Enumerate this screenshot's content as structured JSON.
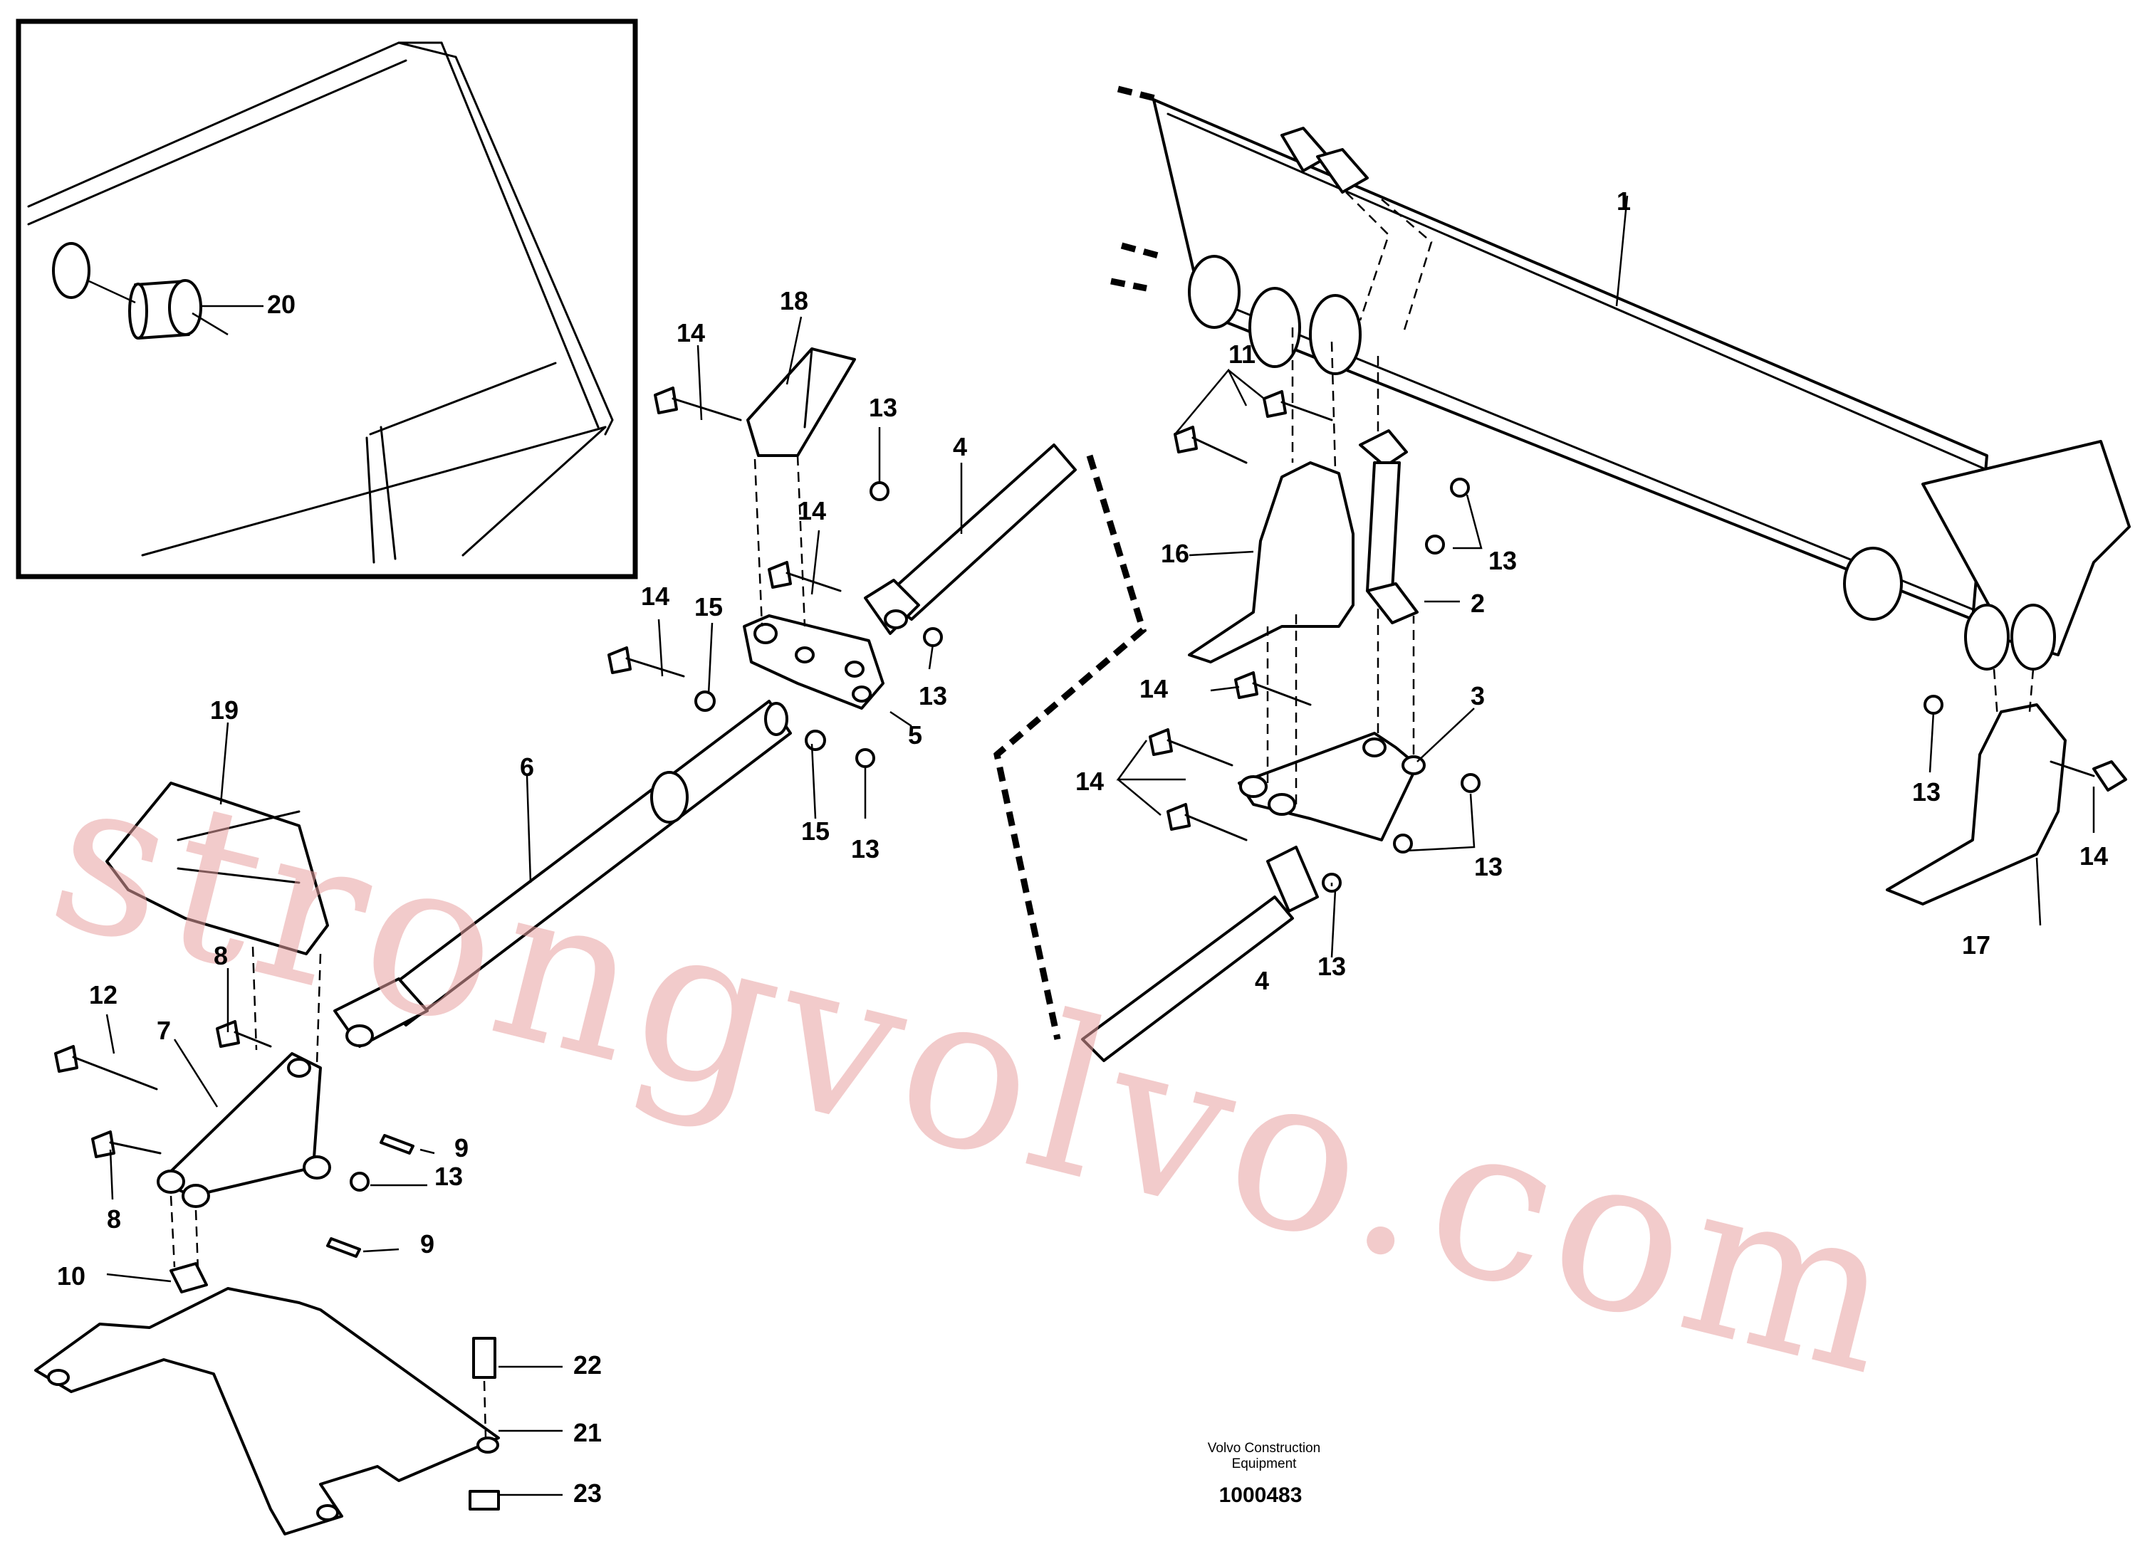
{
  "watermark": "strongvolvo.com",
  "caption": {
    "line1": "Volvo Construction",
    "line2": "Equipment",
    "doc_number": "1000483"
  },
  "callouts": {
    "c1": "1",
    "c2": "2",
    "c3": "3",
    "c4a": "4",
    "c4b": "4",
    "c5": "5",
    "c6": "6",
    "c7": "7",
    "c8a": "8",
    "c8b": "8",
    "c9a": "9",
    "c9b": "9",
    "c10": "10",
    "c11": "11",
    "c12": "12",
    "c13a": "13",
    "c13b": "13",
    "c13c": "13",
    "c13d": "13",
    "c13e": "13",
    "c13f": "13",
    "c13g": "13",
    "c13h": "13",
    "c14a": "14",
    "c14b": "14",
    "c14c": "14",
    "c14d": "14",
    "c14e": "14",
    "c14f": "14",
    "c15a": "15",
    "c15b": "15",
    "c16": "16",
    "c17": "17",
    "c18": "18",
    "c19": "19",
    "c20": "20",
    "c21": "21",
    "c22": "22",
    "c23": "23"
  },
  "colors": {
    "line": "#000000",
    "background": "#ffffff",
    "watermark": "#e8a0a0"
  }
}
